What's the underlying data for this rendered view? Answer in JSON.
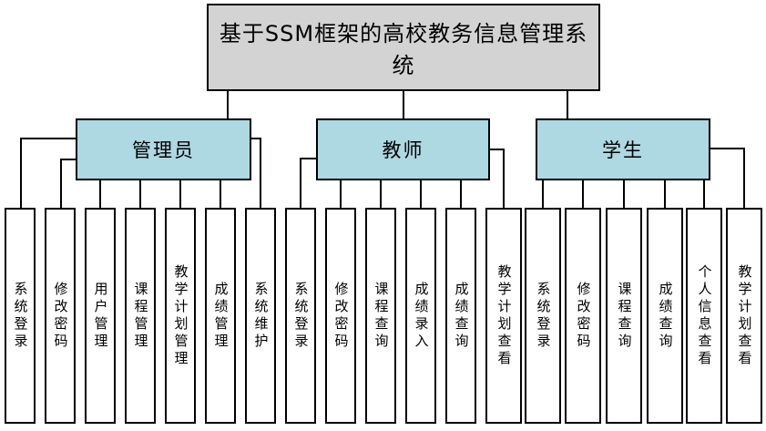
{
  "diagram": {
    "title": "基于SSM框架的高校教务信息管理系统",
    "colors": {
      "root_fill": "#d3d3d3",
      "branch_fill": "#aed8e2",
      "leaf_fill": "#ffffff",
      "border": "#000000",
      "line": "#000000"
    },
    "groups": [
      {
        "label": "管理员",
        "children": [
          "系统登录",
          "修改密码",
          "用户管理",
          "课程管理",
          "教学计划管理",
          "成绩管理",
          "系统维护"
        ]
      },
      {
        "label": "教师",
        "children": [
          "系统登录",
          "修改密码",
          "课程查询",
          "成绩录入",
          "成绩查询",
          "教学计划查看"
        ]
      },
      {
        "label": "学生",
        "children": [
          "系统登录",
          "修改密码",
          "课程查询",
          "成绩查询",
          "个人信息查看",
          "教学计划查看"
        ]
      }
    ]
  }
}
